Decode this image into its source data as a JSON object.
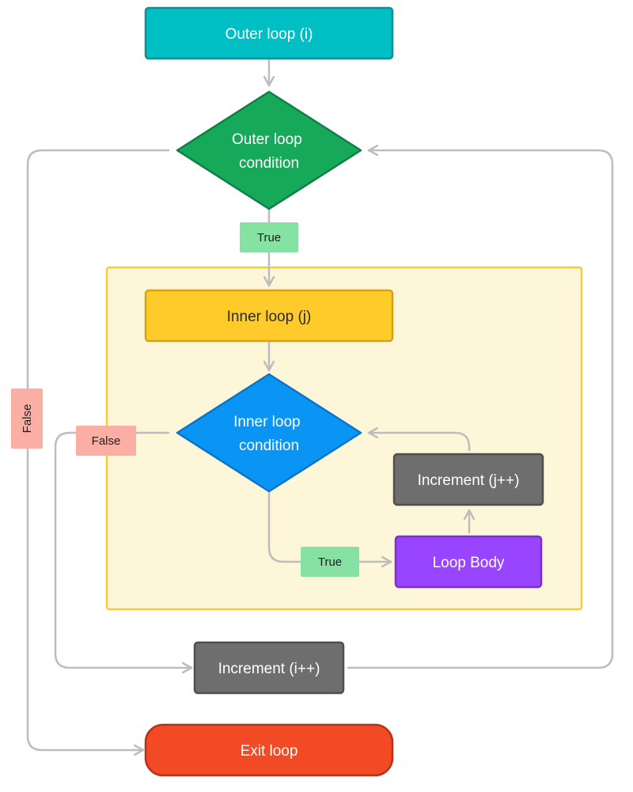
{
  "colors": {
    "outer_loop": "#00BFC4",
    "outer_condition": "#17A95A",
    "inner_container": "#FDF6D9",
    "inner_loop": "#FECB2B",
    "inner_condition": "#0A95F5",
    "increment": "#6E6E6E",
    "loop_body": "#9945FF",
    "exit": "#F24A24",
    "true_badge": "#86E2A2",
    "false_badge": "#FBAFA4",
    "edge": "#BDBDBD"
  },
  "nodes": {
    "outer_loop": "Outer loop (i)",
    "outer_condition": [
      "Outer loop",
      "condition"
    ],
    "inner_loop": "Inner loop (j)",
    "inner_condition": [
      "Inner loop",
      "condition"
    ],
    "increment_j": "Increment (j++)",
    "loop_body": "Loop Body",
    "increment_i": "Increment (i++)",
    "exit": "Exit loop"
  },
  "edge_labels": {
    "outer_true": "True",
    "outer_false": "False",
    "inner_false": "False",
    "inner_true": "True"
  }
}
